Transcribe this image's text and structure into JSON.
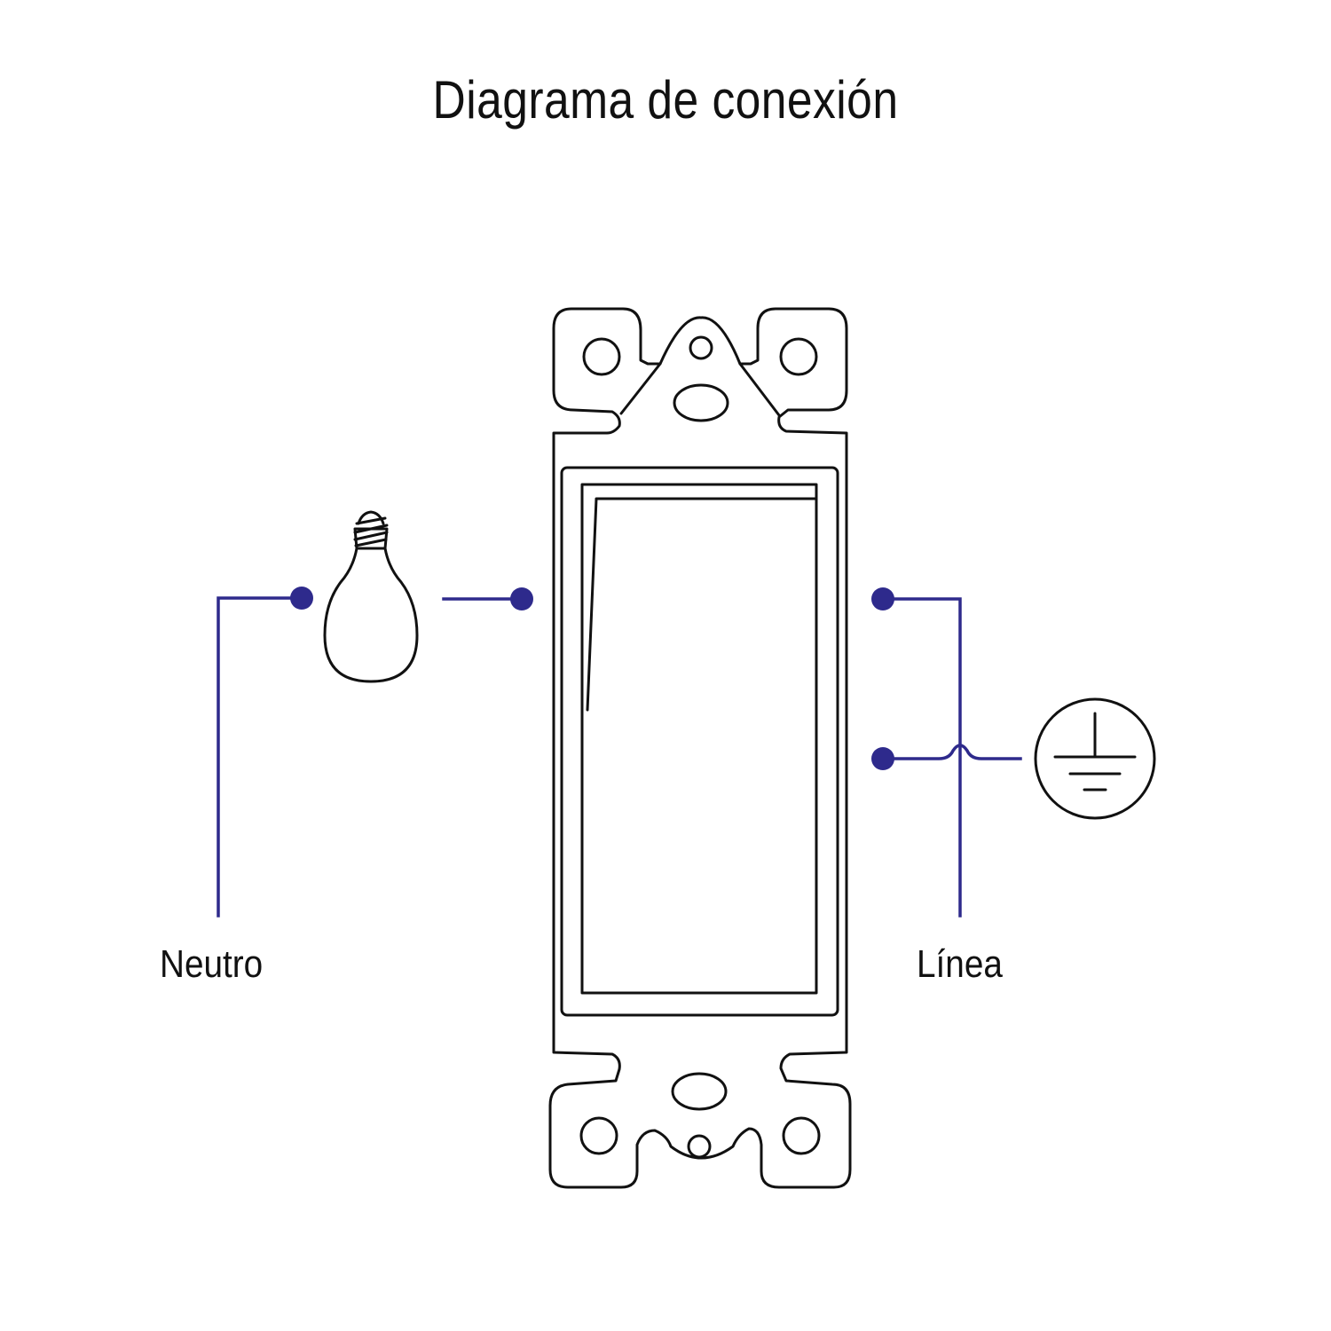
{
  "diagram": {
    "title": "Diagrama de conexión",
    "labels": {
      "neutral": "Neutro",
      "line": "Línea"
    },
    "colors": {
      "wire": "#2e2a8c",
      "outline": "#111111",
      "background": "#ffffff"
    },
    "icons": {
      "bulb": "light-bulb-icon",
      "ground": "ground-symbol-icon",
      "switch": "wall-switch-icon"
    }
  }
}
